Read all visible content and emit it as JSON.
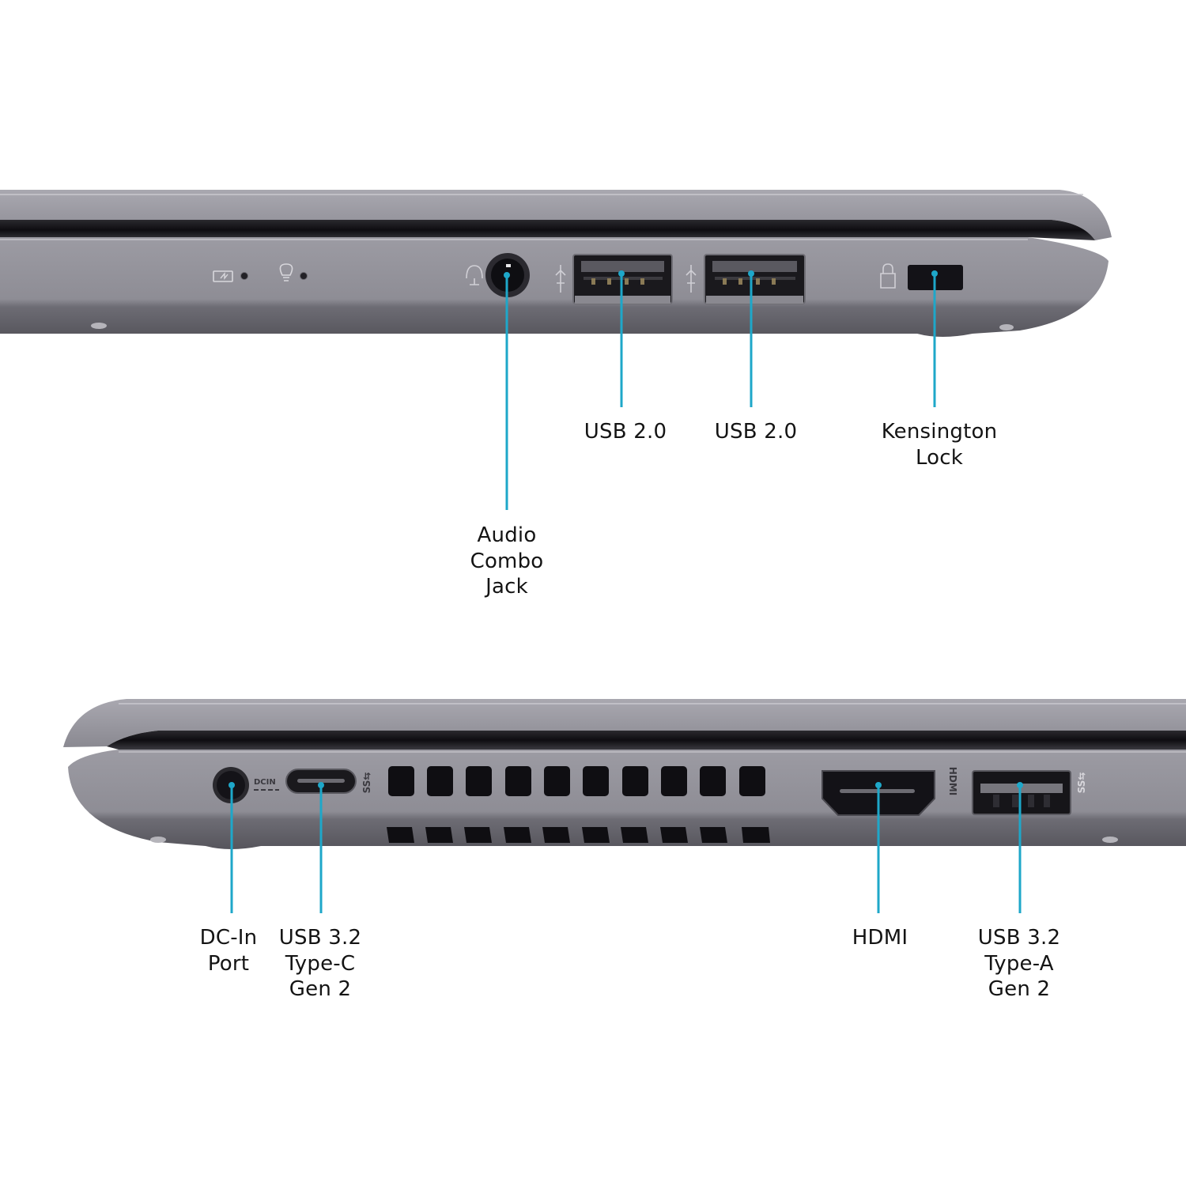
{
  "colors": {
    "background": "#ffffff",
    "callout_line": "#1ea7c9",
    "label_text": "#141414",
    "chassis_light": "#9b9aa2",
    "chassis_mid": "#85848c",
    "chassis_dark": "#5d5c63",
    "port_black": "#111014"
  },
  "top_view": {
    "side": "right",
    "indicators": [
      {
        "name": "battery-indicator",
        "icon": "battery-charge-icon"
      },
      {
        "name": "power-indicator",
        "icon": "lightbulb-icon"
      }
    ],
    "ports": [
      {
        "id": "audio",
        "label": "Audio\nCombo\nJack",
        "icon": "headset-mic-icon"
      },
      {
        "id": "usb2a",
        "label": "USB 2.0",
        "icon": "usb-icon"
      },
      {
        "id": "usb2b",
        "label": "USB 2.0",
        "icon": "usb-icon"
      },
      {
        "id": "kensington",
        "label": "Kensington\nLock",
        "icon": "lock-icon"
      }
    ]
  },
  "bottom_view": {
    "side": "left",
    "engravings": {
      "dcin": "DCIN",
      "hdmi": "HDMI",
      "ss_usb": "SS"
    },
    "vent_slots": 10,
    "ports": [
      {
        "id": "dcin",
        "label": "DC-In\nPort"
      },
      {
        "id": "usbc",
        "label": "USB 3.2\nType-C\nGen 2",
        "icon": "superspeed-usb-icon"
      },
      {
        "id": "hdmi",
        "label": "HDMI"
      },
      {
        "id": "usb32a",
        "label": "USB 3.2\nType-A\nGen 2",
        "icon": "superspeed-usb-icon"
      }
    ]
  }
}
